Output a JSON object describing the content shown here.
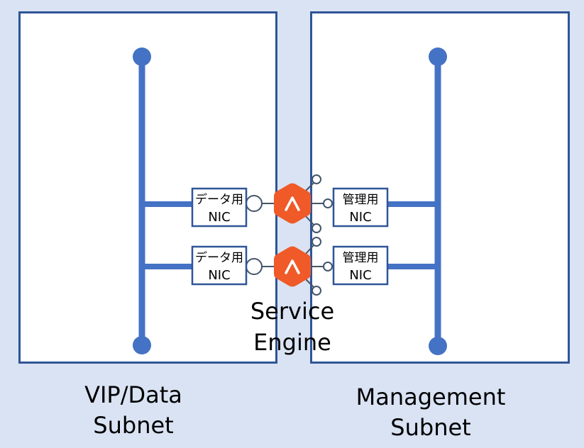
{
  "colors": {
    "background": "#DAE3F3",
    "subnet_border": "#2F5597",
    "bus": "#4472C4",
    "service_engine": "#F05A28",
    "connector": "#44546A"
  },
  "subnets": {
    "left": {
      "label_line1": "VIP/Data",
      "label_line2": "Subnet"
    },
    "right": {
      "label_line1": "Management",
      "label_line2": "Subnet"
    }
  },
  "service_engine": {
    "label_line1": "Service",
    "label_line2": "Engine",
    "icon": "caret-up-icon",
    "count": 2
  },
  "nics": {
    "data": {
      "line1": "データ用",
      "line2": "NIC"
    },
    "management": {
      "line1": "管理用",
      "line2": "NIC"
    }
  }
}
